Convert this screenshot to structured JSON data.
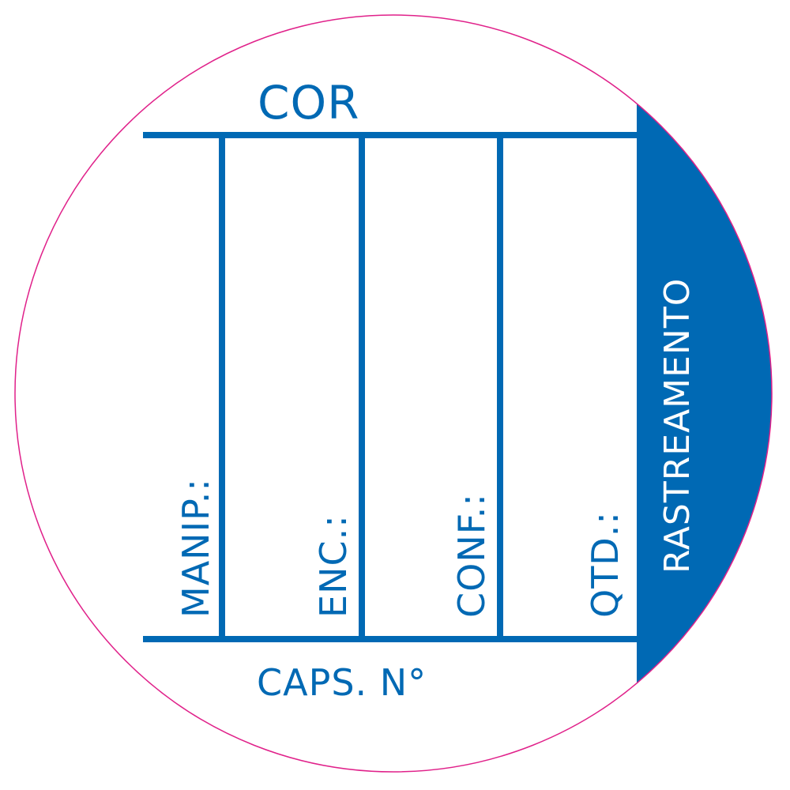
{
  "label": {
    "title": "COR",
    "footer": "CAPS. N°",
    "side_band": "RASTREAMENTO",
    "fields": [
      "MANIP.:",
      "ENC.:",
      "CONF.:",
      "QTD.:"
    ]
  },
  "colors": {
    "primary": "#0069b4",
    "outline": "#e0218a",
    "background": "#ffffff",
    "band_text": "#ffffff"
  }
}
